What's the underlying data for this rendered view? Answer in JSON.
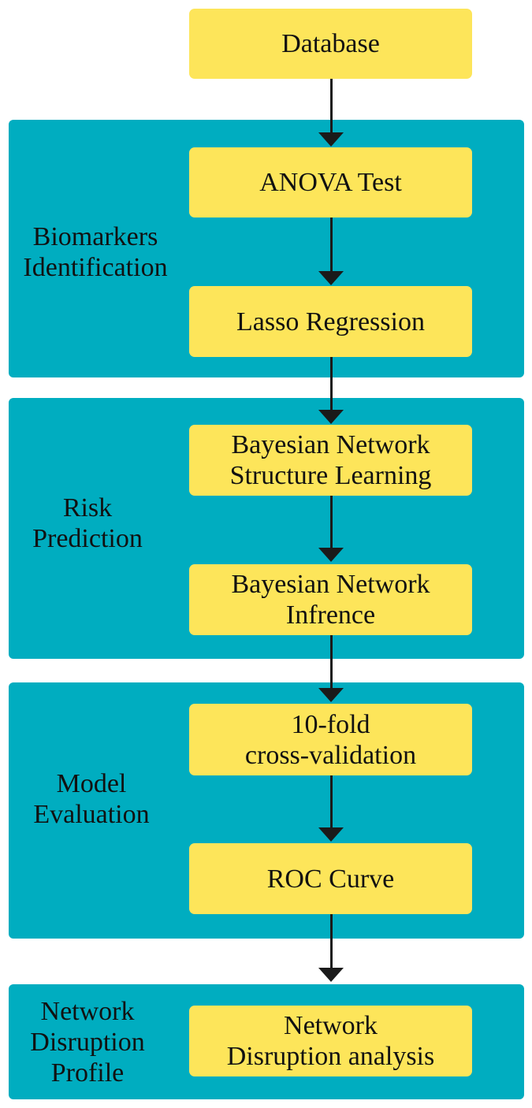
{
  "nodes": {
    "database": [
      "Database"
    ],
    "anova": [
      "ANOVA Test"
    ],
    "lasso": [
      "Lasso Regression"
    ],
    "bn_structure": [
      "Bayesian Network",
      "Structure Learning"
    ],
    "bn_inference": [
      "Bayesian Network",
      "Infrence"
    ],
    "cross_validation": [
      "10-fold",
      "cross-validation"
    ],
    "roc": [
      "ROC Curve"
    ],
    "disruption_analysis": [
      "Network",
      "Disruption analysis"
    ]
  },
  "sections": {
    "biomarkers": [
      "Biomarkers",
      "Identification"
    ],
    "risk": [
      "Risk",
      "Prediction"
    ],
    "evaluation": [
      "Model",
      "Evaluation"
    ],
    "disruption": [
      "Network",
      "Disruption",
      "Profile"
    ]
  },
  "colors": {
    "panel": "#00adc0",
    "box": "#fde55a",
    "arrow": "#1a1a1a"
  }
}
